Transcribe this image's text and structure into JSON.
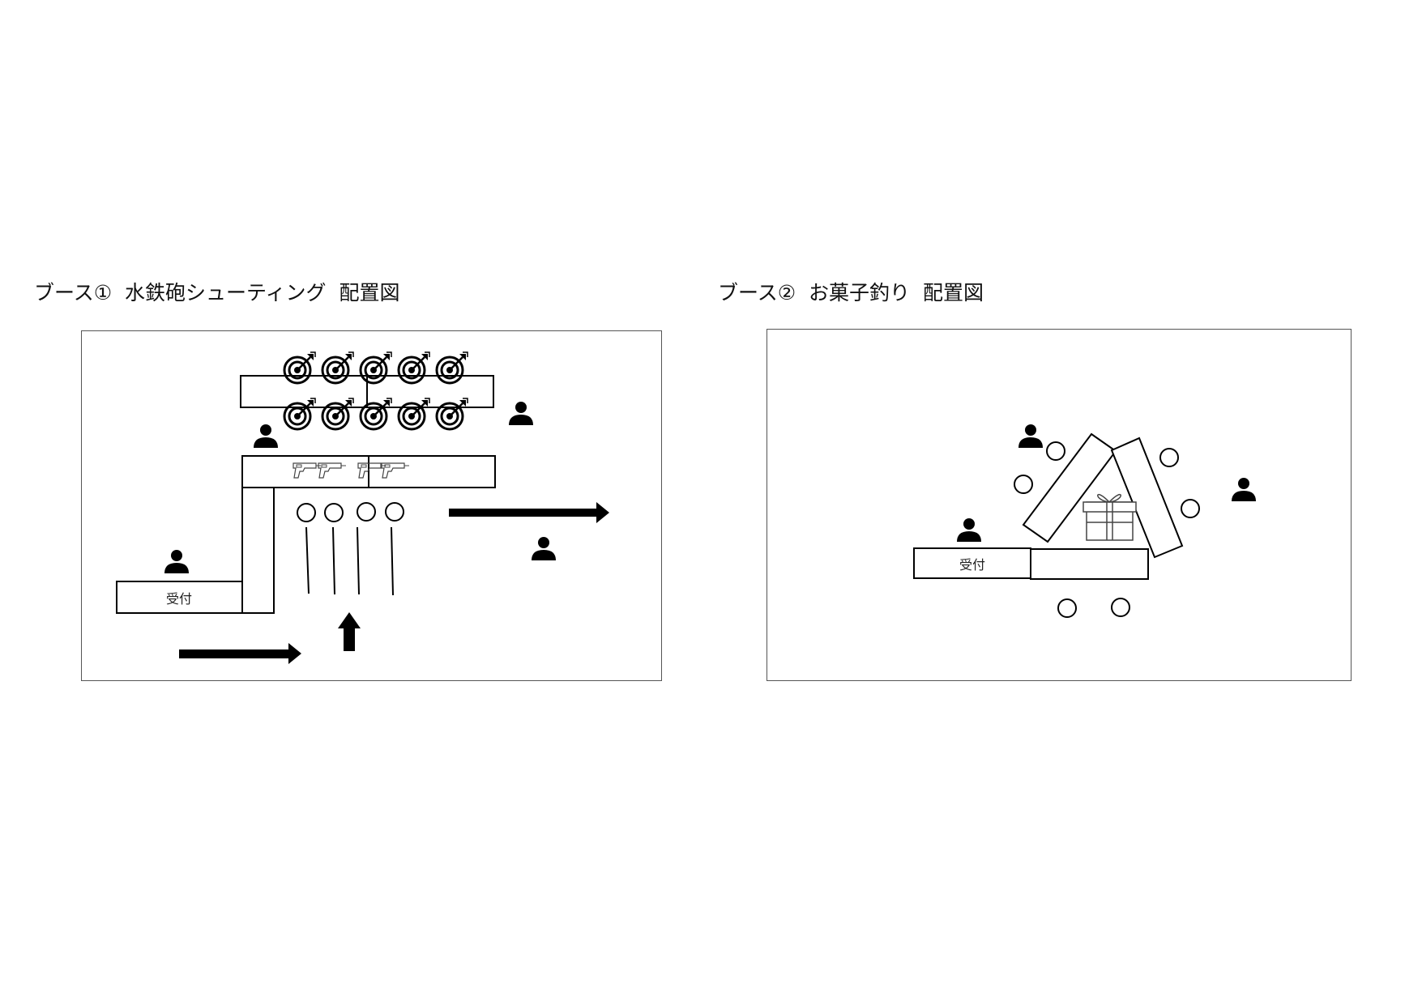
{
  "booth1": {
    "title": "ブース①  水鉄砲シューティング  配置図",
    "reception_label": "受付",
    "colors": {
      "stroke": "#000000",
      "frame": "#555555"
    },
    "icons": [
      "target-icon",
      "water-gun-icon",
      "person-icon",
      "circle-marker",
      "arrow-right-icon",
      "arrow-up-icon"
    ]
  },
  "booth2": {
    "title": "ブース②  お菓子釣り  配置図",
    "reception_label": "受付",
    "icons": [
      "gift-icon",
      "person-icon",
      "circle-marker"
    ]
  }
}
